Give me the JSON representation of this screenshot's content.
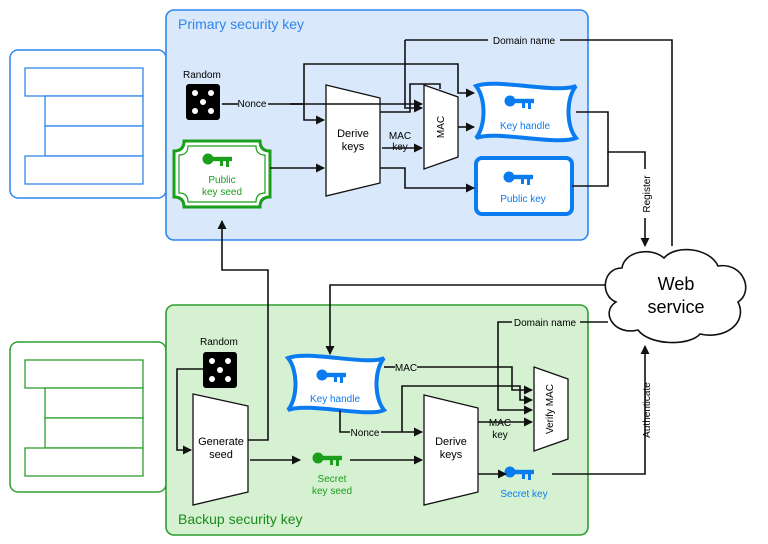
{
  "colors": {
    "primary_fill": "#dae8fc",
    "primary_stroke": "#2f86eb",
    "backup_fill": "#d5f1d1",
    "backup_stroke": "#2e9e2e",
    "key_blue": "#0a7cf0",
    "key_green": "#1b9e1b",
    "line": "#111111"
  },
  "icons": {
    "dice": "dice-icon",
    "key": "key-icon",
    "cloud": "cloud-icon",
    "device": "security-key-device-icon"
  },
  "primary": {
    "title": "Primary security key",
    "random_label": "Random",
    "nonce_label": "Nonce",
    "derive_keys": [
      "Derive",
      "keys"
    ],
    "mac_box": "MAC",
    "mac_key": [
      "MAC",
      "key"
    ],
    "key_handle": "Key handle",
    "public_key": "Public key",
    "public_key_seed": [
      "Public",
      "key seed"
    ]
  },
  "backup": {
    "title": "Backup security key",
    "random_label": "Random",
    "generate_seed": [
      "Generate",
      "seed"
    ],
    "secret_key_seed": [
      "Secret",
      "key seed"
    ],
    "key_handle": "Key handle",
    "nonce_label": "Nonce",
    "mac_label": "MAC",
    "derive_keys": [
      "Derive",
      "keys"
    ],
    "mac_key": [
      "MAC",
      "key"
    ],
    "verify_mac": "Verify MAC",
    "secret_key": "Secret key"
  },
  "web": {
    "name": [
      "Web",
      "service"
    ],
    "domain_name_top": "Domain name",
    "domain_name_backup": "Domain name",
    "register": "Register",
    "authenticate": "Authenticate"
  }
}
